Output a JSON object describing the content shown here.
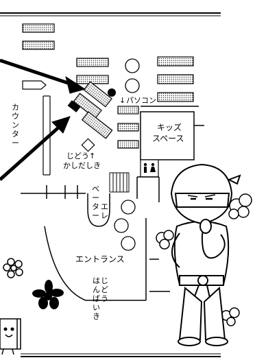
{
  "labels": {
    "counter": [
      "カ",
      "ウ",
      "ン",
      "タ",
      "ー"
    ],
    "pc_arrow": "↓",
    "pc": "パソコン",
    "kids_line1": "キッズ",
    "kids_line2": "スペース",
    "auto_line1": "じどう↑",
    "auto_line2": "かしだしき",
    "elevator_col1": [
      "ベ",
      "ー",
      "タ",
      "ー"
    ],
    "elevator_col2": [
      "エ",
      "レ"
    ],
    "entrance": "エントランス",
    "ninja_col1": [
      "は",
      "ん",
      "ば",
      "い",
      "き"
    ],
    "ninja_col2": [
      "じ",
      "ど",
      "う"
    ]
  },
  "icons": [
    "restroom-icon",
    "flower-icon",
    "dark-flower-icon",
    "book-character-icon",
    "ninja-character",
    "cloud-icon"
  ]
}
